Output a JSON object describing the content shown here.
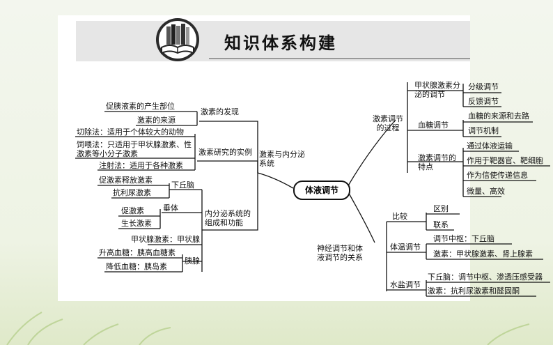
{
  "header": {
    "title": "知识体系构建"
  },
  "center": "体液调节",
  "left": {
    "discovery": {
      "label": "激素的发现",
      "items": [
        "促胰液素的产生部位",
        "激素的来源"
      ]
    },
    "examples": {
      "label": "激素研究的实例",
      "items": [
        "切除法：适用于个体较大的动物",
        "饲喂法：只适用于甲状腺激素、性激素等小分子激素",
        "注射法：适用于各种激素"
      ]
    },
    "endocrine_group": "激素与内分泌系统",
    "endocrine": {
      "label": "内分泌系统的组成和功能",
      "hypothalamus": {
        "label": "下丘脑",
        "items": [
          "促激素释放激素",
          "抗利尿激素"
        ]
      },
      "pituitary": {
        "label": "垂体",
        "items": [
          "促激素",
          "生长激素"
        ]
      },
      "thyroid": "甲状腺激素：甲状腺",
      "pancreas": {
        "label": "胰腺",
        "items": [
          "升高血糖：胰高血糖素",
          "降低血糖：胰岛素"
        ]
      }
    }
  },
  "right": {
    "process": {
      "label": "激素调节的过程",
      "thyroid": {
        "label": "甲状腺激素分泌的调节",
        "items": [
          "分级调节",
          "反馈调节"
        ]
      },
      "sugar": {
        "label": "血糖调节",
        "items": [
          "血糖的来源和去路",
          "调节机制"
        ]
      },
      "features": {
        "label": "激素调节的特点",
        "items": [
          "通过体液运输",
          "作用于靶器官、靶细胞",
          "作为信使传递信息",
          "微量、高效"
        ]
      }
    },
    "relation": {
      "label": "神经调节和体液调节的关系",
      "compare": {
        "label": "比较",
        "items": [
          "区别",
          "联系"
        ]
      },
      "temperature": {
        "label": "体温调节",
        "items": [
          "调节中枢：下丘脑",
          "激素：甲状腺激素、肾上腺素"
        ]
      },
      "water": {
        "label": "水盐调节",
        "items": [
          "下丘脑：调节中枢、渗透压感受器",
          "激素：抗利尿激素和醛固酮"
        ]
      }
    }
  }
}
